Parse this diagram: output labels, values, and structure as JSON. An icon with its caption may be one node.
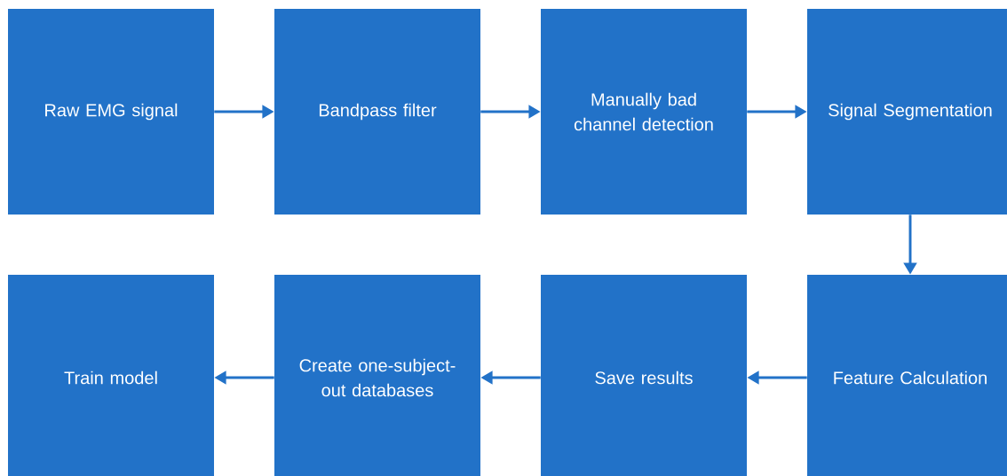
{
  "diagram": {
    "nodes": [
      {
        "text": [
          "Raw EMG signal"
        ]
      },
      {
        "text": [
          "Bandpass filter"
        ]
      },
      {
        "text": [
          "Manually bad channel detection"
        ]
      },
      {
        "text": [
          "Signal Segmentation"
        ]
      },
      {
        "text": [
          "Train model"
        ]
      },
      {
        "text": [
          "Create one-subject-out databases"
        ]
      },
      {
        "text": [
          "Save results"
        ]
      },
      {
        "text": [
          "Feature Calculation"
        ]
      }
    ],
    "edges": [
      {
        "from": 0,
        "to": 1,
        "arrow": "to"
      },
      {
        "from": 1,
        "to": 2,
        "arrow": "to"
      },
      {
        "from": 2,
        "to": 3,
        "arrow": "to"
      },
      {
        "from": 3,
        "to": 7,
        "arrow": "to"
      },
      {
        "from": 7,
        "to": 6,
        "arrow": "to"
      },
      {
        "from": 6,
        "to": 5,
        "arrow": "to"
      },
      {
        "from": 5,
        "to": 4,
        "arrow": "to"
      }
    ]
  }
}
